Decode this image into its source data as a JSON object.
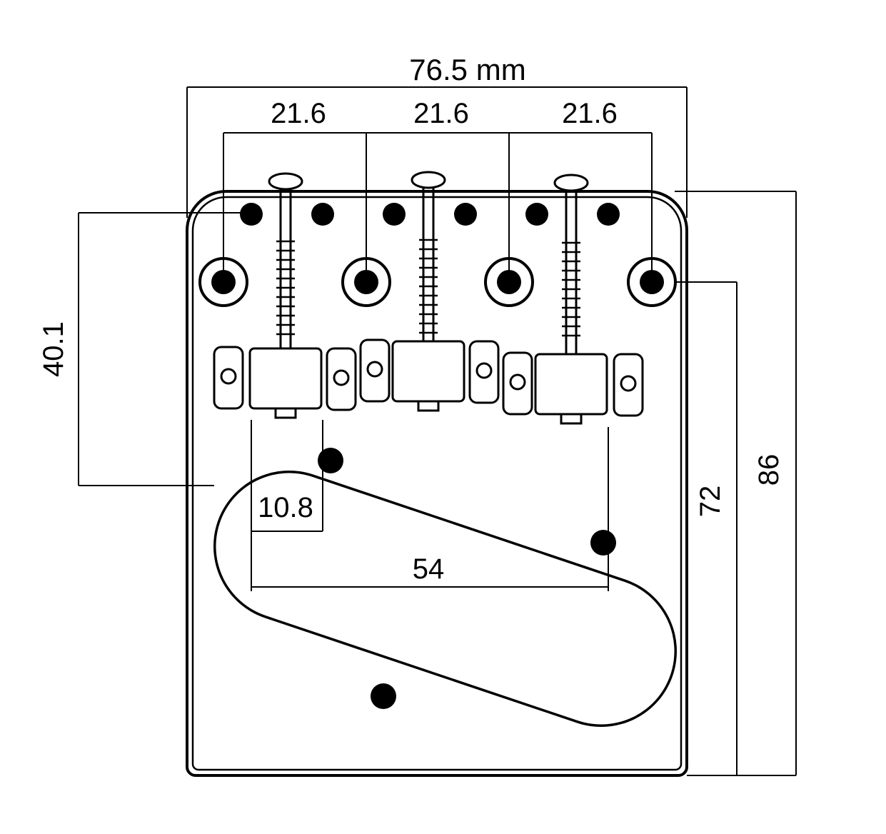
{
  "colors": {
    "line": "#000000",
    "background": "#ffffff"
  },
  "drawing": {
    "type": "guitar-bridge-dimension-drawing",
    "dimensions": {
      "overall_width": "76.5 mm",
      "saddle_spacings": [
        "21.6",
        "21.6",
        "21.6"
      ],
      "left_height": "40.1",
      "string_pair_spacing": "10.8",
      "string_span": "54",
      "inner_height": "72",
      "outer_height": "86"
    }
  }
}
